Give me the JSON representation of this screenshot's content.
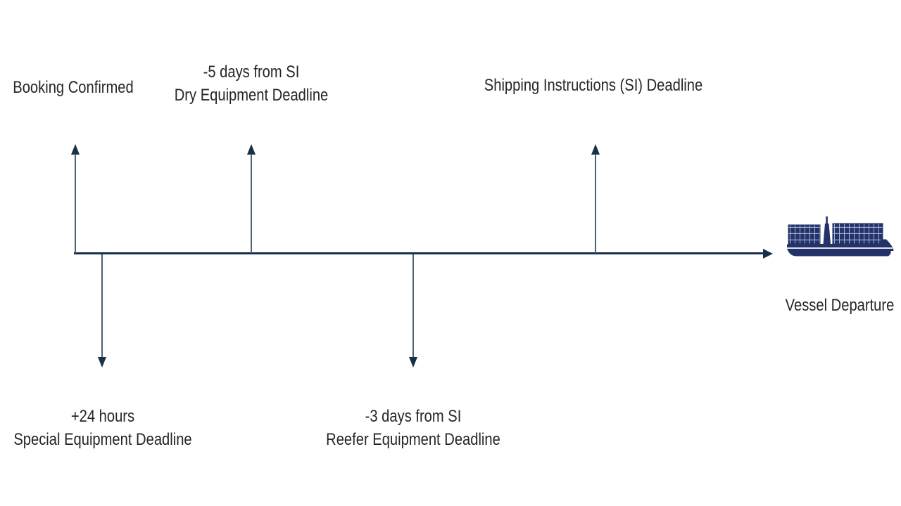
{
  "diagram": {
    "type": "shipping-deadlines-timeline",
    "colors": {
      "axis": "#17304a",
      "arrow_stem": "#4a6275",
      "arrow_head": "#1b3044",
      "ship": "#233269",
      "text": "#262626",
      "background": "#ffffff"
    },
    "timeline": {
      "above": [
        {
          "line1": "Booking Confirmed"
        },
        {
          "line1": "-5 days from SI",
          "line2": "Dry Equipment Deadline"
        },
        {
          "line1": "Shipping Instructions (SI) Deadline"
        }
      ],
      "below": [
        {
          "line1": "+24 hours",
          "line2": "Special Equipment Deadline"
        },
        {
          "line1": "-3 days from SI",
          "line2": "Reefer Equipment Deadline"
        }
      ],
      "endpoint": {
        "label": "Vessel Departure",
        "icon": "container-ship-icon"
      }
    }
  }
}
